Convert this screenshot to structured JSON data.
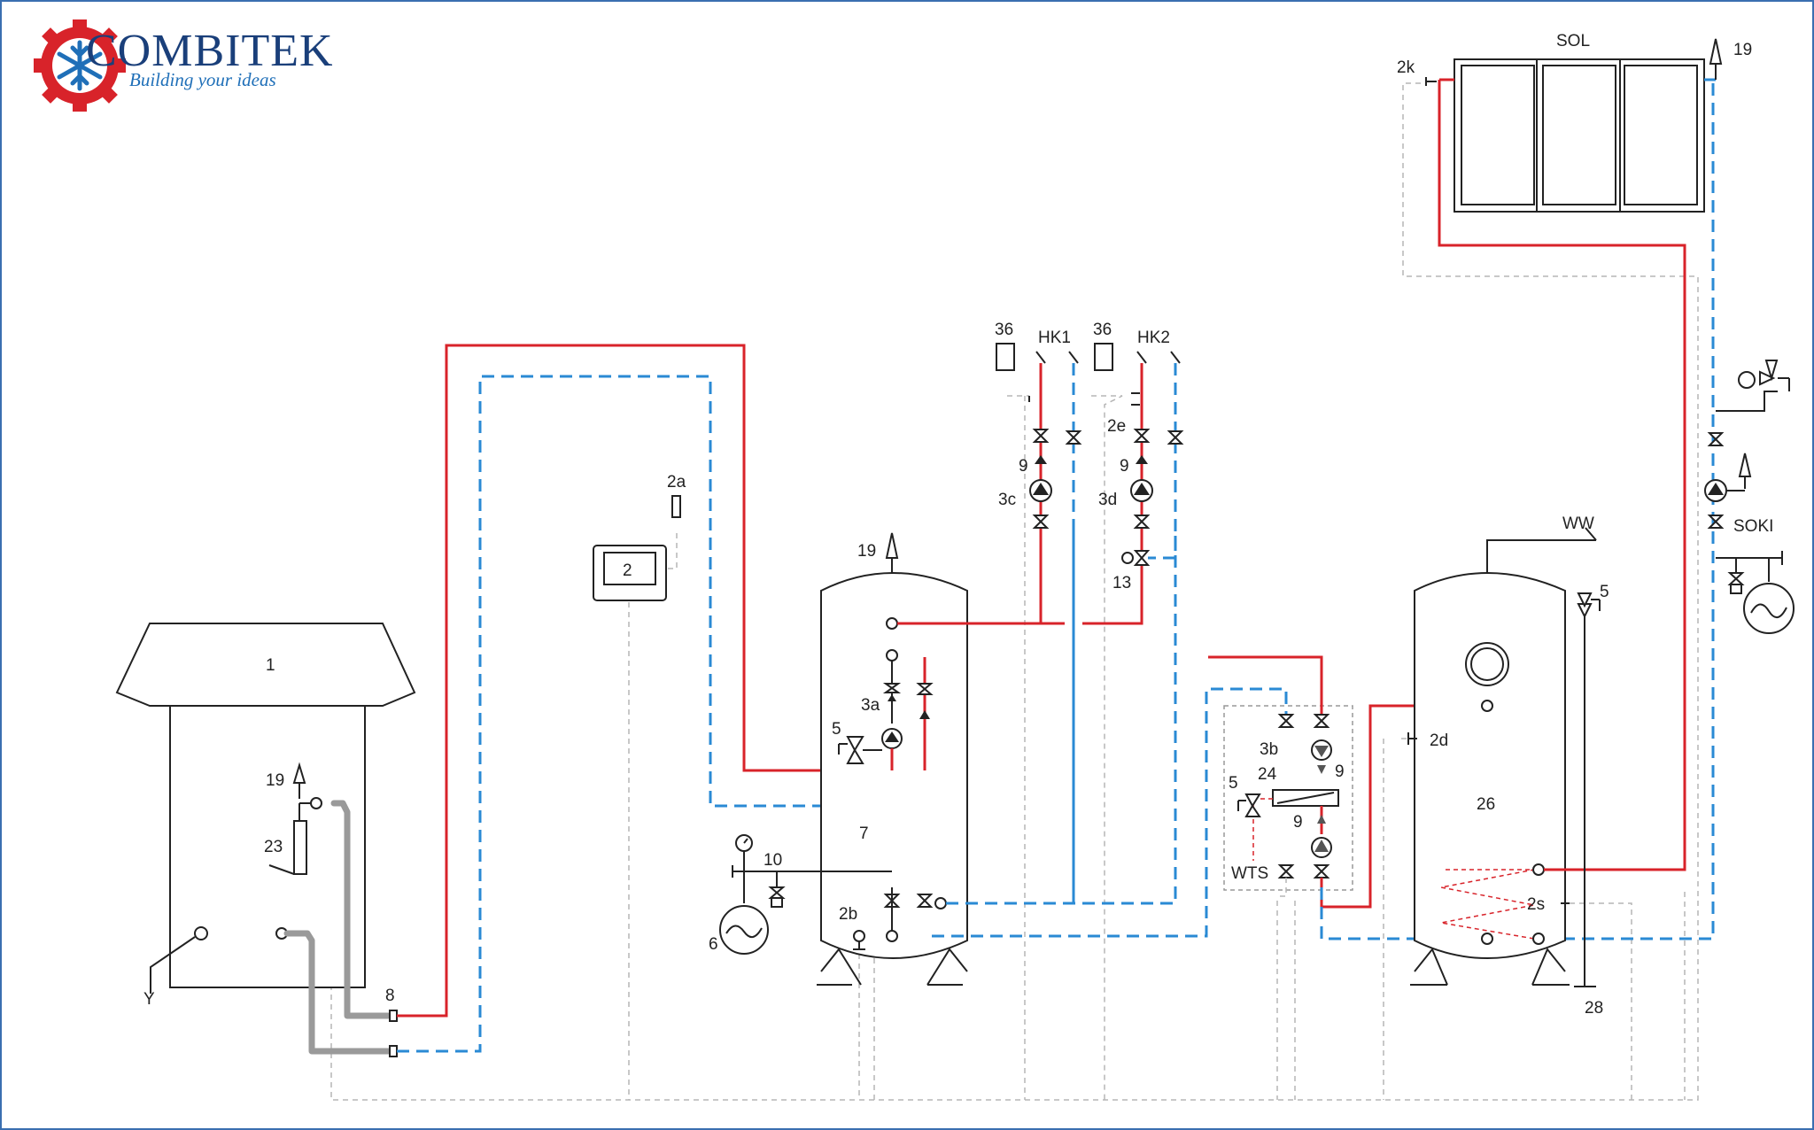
{
  "logo": {
    "brand": "COMBITEK",
    "tagline": "Building your ideas",
    "colors": {
      "gear": "#d8232a",
      "snowflake": "#1f6fb8",
      "brand_text": "#1a3f7a"
    }
  },
  "line_colors": {
    "supply_hot": "#d8232a",
    "return_cold": "#2a8ad4",
    "control": "#b5b5b5"
  },
  "labels": {
    "boiler": "1",
    "controller": "2",
    "sensor_2a": "2a",
    "sensor_2b": "2b",
    "sensor_2d": "2d",
    "sensor_2e": "2e",
    "sensor_2k": "2k",
    "sensor_2s": "2s",
    "pump_3a": "3a",
    "pump_3b": "3b",
    "pump_3c": "3c",
    "pump_3d": "3d",
    "safety_valve_a": "5",
    "safety_valve_b": "5",
    "safety_valve_c": "5",
    "expansion_vessel": "6",
    "buffer_tank": "7",
    "connection_8": "8",
    "check_valve_hk1": "9",
    "check_valve_hk2": "9",
    "check_valve_wts_top": "9",
    "check_valve_wts_bottom": "9",
    "valve_10": "10",
    "mixing_valve": "13",
    "vent_boiler": "19",
    "vent_buffer": "19",
    "vent_solar": "19",
    "tube_23": "23",
    "heat_exchanger": "24",
    "dhw_tank": "26",
    "drain_28": "28",
    "thermostat_hk1": "36",
    "thermostat_hk2": "36",
    "circuit_1": "HK1",
    "circuit_2": "HK2",
    "solar_collector": "SOL",
    "solar_station": "SOKI",
    "hot_water": "WW",
    "heat_transfer_station": "WTS",
    "ground_mark": "Y"
  }
}
